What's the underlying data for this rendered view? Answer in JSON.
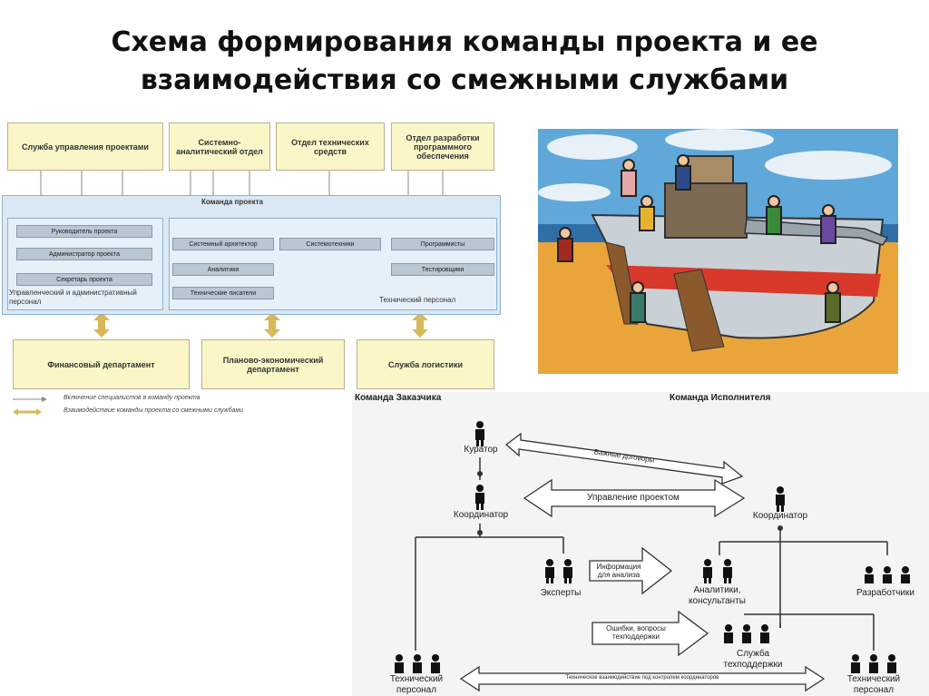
{
  "title": {
    "line1": "Схема формирования команды проекта и ее",
    "line2": "взаимодействия со смежными службами"
  },
  "org": {
    "top_boxes": [
      "Служба управления проектами",
      "Системно-аналитический отдел",
      "Отдел технических средств",
      "Отдел разработки программного обеспечения"
    ],
    "team_label": "Команда проекта",
    "mgmt_items": [
      "Руководитель проекта",
      "Администратор проекта",
      "Секретарь проекта"
    ],
    "mgmt_label": "Управленческий и административный персонал",
    "tech_items_col1": [
      "Системный архитектор",
      "Аналитики",
      "Технические писатели"
    ],
    "tech_items_col2": [
      "Системотехники"
    ],
    "tech_items_col3": [
      "Программисты",
      "Тестировщики"
    ],
    "tech_label": "Технический персонал",
    "bottom_boxes": [
      "Финансовый департамент",
      "Планово-экономический департамент",
      "Служба логистики"
    ],
    "legend": [
      "Включение специалистов в команду проекта",
      "Взаимодействие команды проекта со смежными службами"
    ]
  },
  "interaction": {
    "customer_team": "Команда Заказчика",
    "contractor_team": "Команда Исполнителя",
    "curator": "Куратор",
    "coordinator_left": "Координатор",
    "coordinator_right": "Координатор",
    "experts": "Эксперты",
    "analysts": "Аналитики, консультанты",
    "developers": "Разработчики",
    "support": "Служба техподдержки",
    "tech_left": "Технический персонал",
    "tech_right": "Технический персонал",
    "arrow_important": "Важные договоры",
    "arrow_management": "Управление проектом",
    "arrow_info": "Информация для анализа",
    "arrow_errors": "Ошибки, вопросы техподдержки",
    "arrow_tech": "Техническое взаимодействие под контролем координаторов"
  },
  "colors": {
    "yellow_box": "#fbf6c8",
    "blue_panel": "#dbe9f5",
    "grey_item": "#b9c7d3",
    "arrow_gold": "#d9b85a"
  }
}
